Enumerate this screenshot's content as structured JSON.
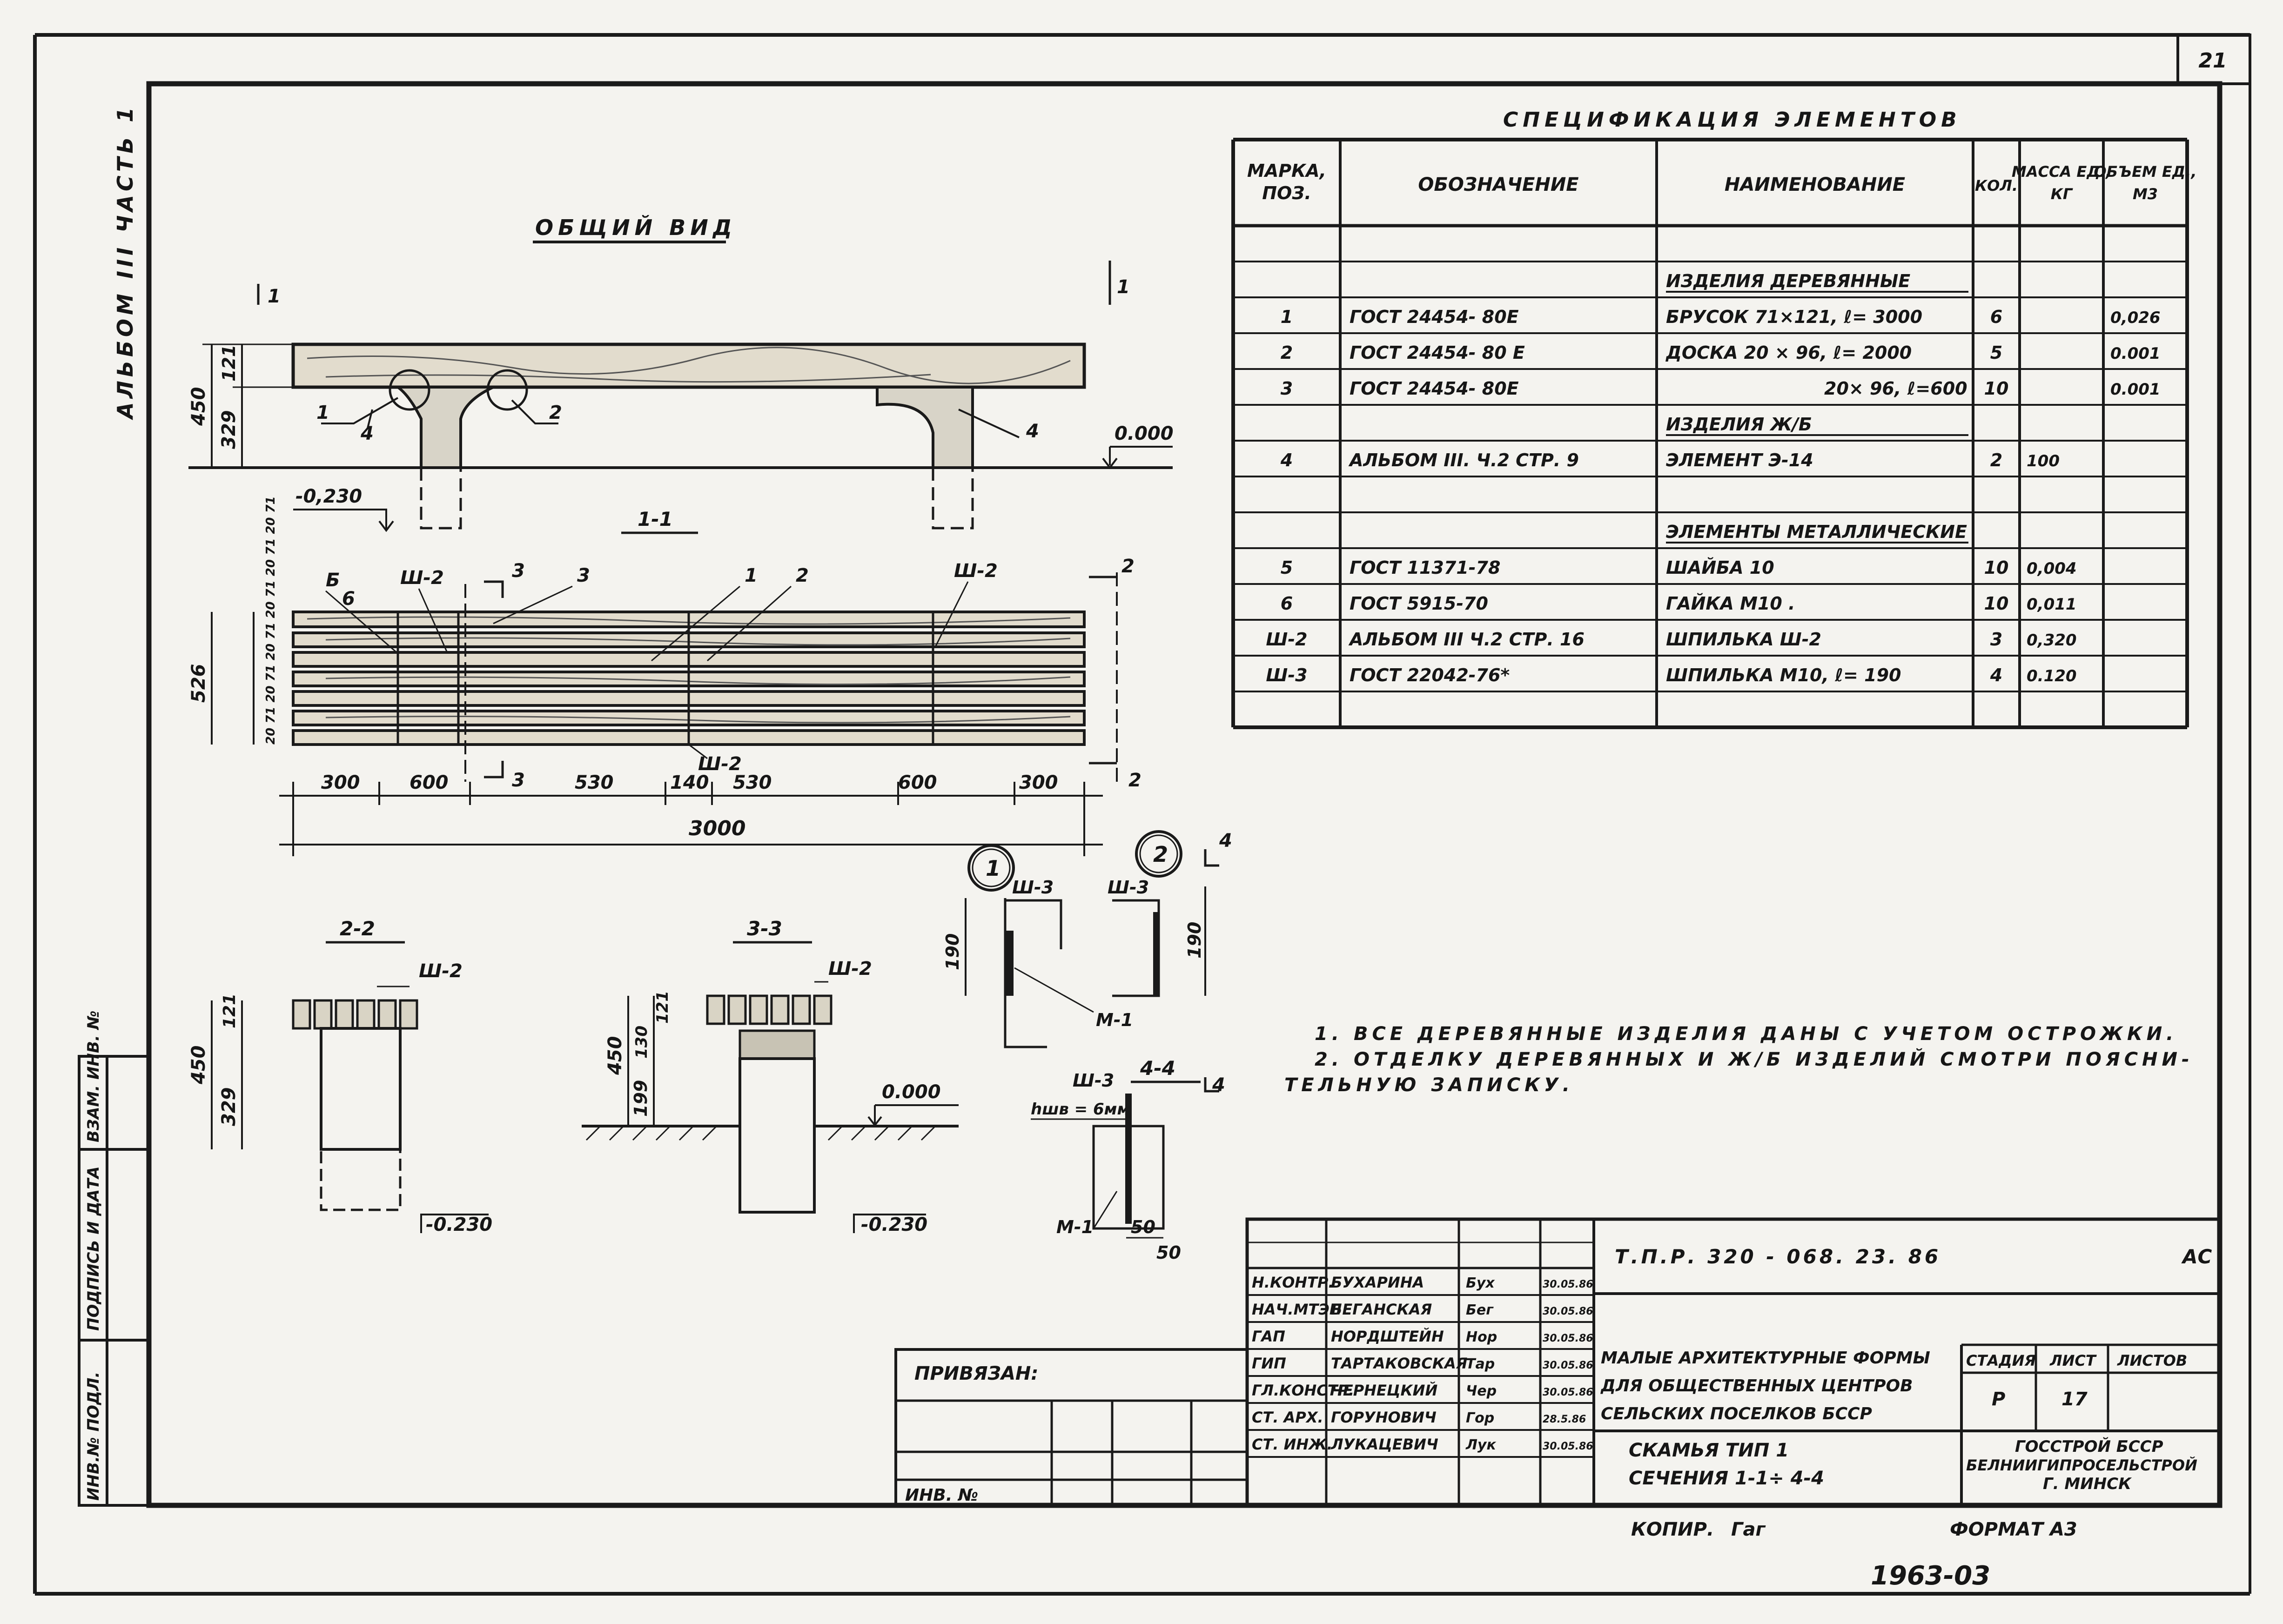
{
  "sheet": {
    "page_number": "21",
    "album_label": "АЛЬБОМ III ЧАСТЬ 1",
    "copy_label": "КОПИР.",
    "copy_signature": "Гаг",
    "format_label": "ФОРМАТ А3",
    "archive_number": "1963-03"
  },
  "general_view": {
    "title": "ОБЩИЙ ВИД",
    "cut_marker": "1",
    "dim_450": "450",
    "dim_329": "329",
    "dim_121": "121",
    "pos1": "1",
    "pos2": "2",
    "pos4a": "4",
    "pos4b": "4",
    "level_zero": "0.000",
    "level_minus": "-0,230"
  },
  "plan_view": {
    "title": "1-1",
    "dim_526": "526",
    "board_dims": "20 71 20 71 20 71 20 71 20 71 20 71",
    "label_b": "Б",
    "label_6": "6",
    "sh2_a": "Ш-2",
    "sh2_b": "Ш-2",
    "sh2_c": "Ш-2",
    "pos1": "1",
    "pos2": "2",
    "pos3": "3",
    "cut3": "3",
    "cut2": "2",
    "segments": [
      "300",
      "600",
      "530",
      "140",
      "530",
      "600",
      "300"
    ],
    "total": "3000"
  },
  "section_2_2": {
    "title": "2-2",
    "label": "Ш-2",
    "dim_450": "450",
    "dim_329": "329",
    "dim_121": "121",
    "level": "-0.230"
  },
  "section_3_3": {
    "title": "3-3",
    "label": "Ш-2",
    "dim_450": "450",
    "dim_199": "199",
    "dim_130": "130",
    "dim_121": "121",
    "level_zero": "0.000",
    "level": "-0.230"
  },
  "nodes": {
    "node1": "1",
    "node2": "2",
    "sh3_a": "Ш-3",
    "sh3_b": "Ш-3",
    "dim190_a": "190",
    "dim190_b": "190",
    "m1_a": "М-1",
    "cut4": "4",
    "section_title": "4-4",
    "sh3_c": "Ш-3",
    "weld": "hшв = 6мм",
    "m1_b": "М-1",
    "dim50_a": "50",
    "dim50_b": "50"
  },
  "spec": {
    "title": "СПЕЦИФИКАЦИЯ ЭЛЕМЕНТОВ",
    "headers": [
      "МАРКА, ПОЗ.",
      "ОБОЗНАЧЕНИЕ",
      "НАИМЕНОВАНИЕ",
      "КОЛ.",
      "МАССА ЕД., КГ",
      "ОБЪЕМ ЕД., М3"
    ],
    "rows": [
      [
        "",
        "",
        "",
        "",
        "",
        ""
      ],
      [
        "",
        "",
        "ИЗДЕЛИЯ ДЕРЕВЯННЫЕ",
        "",
        "",
        ""
      ],
      [
        "1",
        "ГОСТ 24454- 80Е",
        "БРУСОК 71×121, ℓ= 3000",
        "6",
        "",
        "0,026"
      ],
      [
        "2",
        "ГОСТ 24454- 80 Е",
        "ДОСКА 20 × 96, ℓ= 2000",
        "5",
        "",
        "0.001"
      ],
      [
        "3",
        "ГОСТ 24454- 80Е",
        "20× 96, ℓ=600",
        "10",
        "",
        "0.001"
      ],
      [
        "",
        "",
        "ИЗДЕЛИЯ Ж/Б",
        "",
        "",
        ""
      ],
      [
        "4",
        "АЛЬБОМ III. Ч.2 СТР. 9",
        "ЭЛЕМЕНТ Э-14",
        "2",
        "100",
        ""
      ],
      [
        "",
        "",
        "",
        "",
        "",
        ""
      ],
      [
        "",
        "",
        "ЭЛЕМЕНТЫ МЕТАЛЛИЧЕСКИЕ",
        "",
        "",
        ""
      ],
      [
        "5",
        "ГОСТ 11371-78",
        "ШАЙБА 10",
        "10",
        "0,004",
        ""
      ],
      [
        "6",
        "ГОСТ 5915-70",
        "ГАЙКА М10 .",
        "10",
        "0,011",
        ""
      ],
      [
        "Ш-2",
        "АЛЬБОМ III Ч.2 СТР. 16",
        "ШПИЛЬКА Ш-2",
        "3",
        "0,320",
        ""
      ],
      [
        "Ш-3",
        "ГОСТ 22042-76*",
        "ШПИЛЬКА М10, ℓ= 190",
        "4",
        "0.120",
        ""
      ],
      [
        "",
        "",
        "",
        "",
        "",
        ""
      ]
    ]
  },
  "notes": [
    "1. ВСЕ ДЕРЕВЯННЫЕ ИЗДЕЛИЯ ДАНЫ С УЧЕТОМ ОСТРОЖКИ.",
    "2. ОТДЕЛКУ ДЕРЕВЯННЫХ И Ж/Б ИЗДЕЛИЙ СМОТРИ ПОЯСНИ-",
    "ТЕЛЬНУЮ ЗАПИСКУ."
  ],
  "side_stamp": {
    "cells": [
      "ИНВ.№ ПОДЛ.",
      "ПОДПИСЬ И ДАТА",
      "ВЗАМ. ИНВ. №"
    ]
  },
  "binding": {
    "label": "ПРИВЯЗАН:",
    "inv_label": "ИНВ. №"
  },
  "title_block": {
    "code": "Т.П.Р. 320 - 068. 23. 86",
    "section": "АС",
    "signers": [
      {
        "role": "Н.КОНТР.",
        "name": "БУХАРИНА",
        "sig": "Бух",
        "date": "30.05.86"
      },
      {
        "role": "НАЧ.МТЭП",
        "name": "БЕГАНСКАЯ",
        "sig": "Бег",
        "date": "30.05.86"
      },
      {
        "role": "ГАП",
        "name": "НОРДШТЕЙН",
        "sig": "Нор",
        "date": "30.05.86"
      },
      {
        "role": "ГИП",
        "name": "ТАРТАКОВСКАЯ",
        "sig": "Тар",
        "date": "30.05.86"
      },
      {
        "role": "ГЛ.КОНСТР.",
        "name": "ЧЕРНЕЦКИЙ",
        "sig": "Чер",
        "date": "30.05.86"
      },
      {
        "role": "СТ. АРХ.",
        "name": "ГОРУНОВИЧ",
        "sig": "Гор",
        "date": "28.5.86"
      },
      {
        "role": "СТ. ИНЖ.",
        "name": "ЛУКАЦЕВИЧ",
        "sig": "Лук",
        "date": "30.05.86"
      }
    ],
    "project_title": [
      "МАЛЫЕ АРХИТЕКТУРНЫЕ ФОРМЫ",
      "ДЛЯ ОБЩЕСТВЕННЫХ ЦЕНТРОВ",
      "СЕЛЬСКИХ ПОСЕЛКОВ БССР"
    ],
    "sheet_title": [
      "СКАМЬЯ ТИП 1",
      "СЕЧЕНИЯ 1-1÷ 4-4"
    ],
    "stage_label": "СТАДИЯ",
    "sheet_label": "ЛИСТ",
    "sheets_label": "ЛИСТОВ",
    "stage": "Р",
    "sheet": "17",
    "sheets": "",
    "org": [
      "ГОССТРОЙ БССР",
      "БЕЛНИИГИПРОСЕЛЬСТРОЙ",
      "Г. МИНСК"
    ]
  }
}
